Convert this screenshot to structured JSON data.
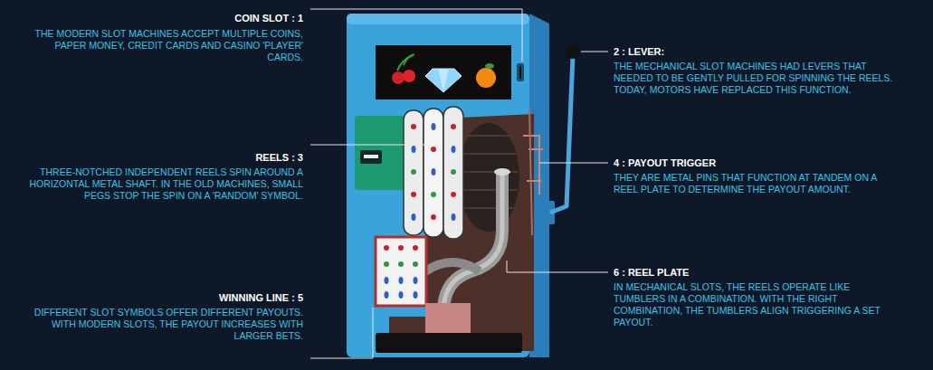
{
  "diagram": {
    "labels": [
      "COIN SLOT : 1",
      "THE MODERN SLOT MACHINES ACCEPT MULTIPLE COINS, PAPER MONEY, CREDIT CARDS AND CASINO 'PLAYER' CARDS.",
      "2 : LEVER:",
      "THE MECHANICAL SLOT MACHINES HAD LEVERS THAT NEEDED TO BE GENTLY PULLED FOR SPINNING THE REELS. TODAY, MOTORS HAVE REPLACED THIS FUNCTION.",
      "REELS : 3",
      "THREE-NOTCHED INDEPENDENT REELS SPIN AROUND A HORIZONTAL METAL SHAFT. IN THE OLD MACHINES, SMALL PEGS STOP THE SPIN ON A 'RANDOM' SYMBOL.",
      "4 : PAYOUT TRIGGER",
      "THEY ARE METAL PINS THAT FUNCTION AT TANDEM ON A REEL PLATE TO DETERMINE THE PAYOUT AMOUNT.",
      "WINNING LINE : 5",
      "DIFFERENT SLOT SYMBOLS OFFER DIFFERENT PAYOUTS. WITH MODERN SLOTS, THE PAYOUT INCREASES WITH LARGER BETS.",
      "6 : REEL PLATE",
      "IN MECHANICAL SLOTS, THE REELS OPERATE LIKE TUMBLERS IN A COMBINATION. WITH THE RIGHT COMBINATION, THE TUMBLERS ALIGN TRIGGERING A SET PAYOUT."
    ]
  }
}
